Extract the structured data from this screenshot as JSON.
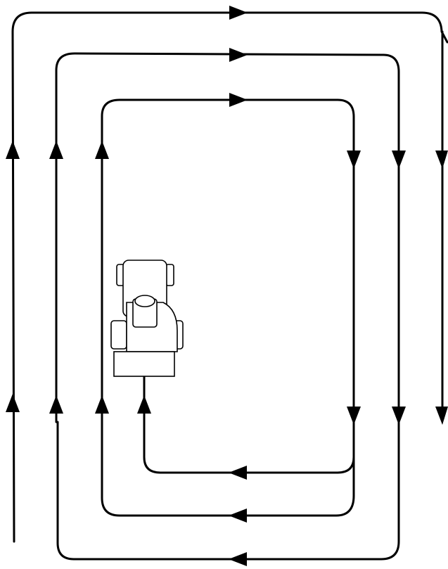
{
  "diagram": {
    "kind": "mowing-pattern",
    "colors": {
      "stroke": "#000000",
      "background": "#ffffff"
    },
    "paths": [
      {
        "name": "outermost-loop",
        "direction": "clockwise"
      },
      {
        "name": "outer-loop",
        "direction": "clockwise"
      },
      {
        "name": "middle-loop",
        "direction": "clockwise"
      },
      {
        "name": "inner-loop",
        "direction": "clockwise"
      }
    ],
    "vehicle": {
      "icon": "riding-mower-icon"
    }
  }
}
